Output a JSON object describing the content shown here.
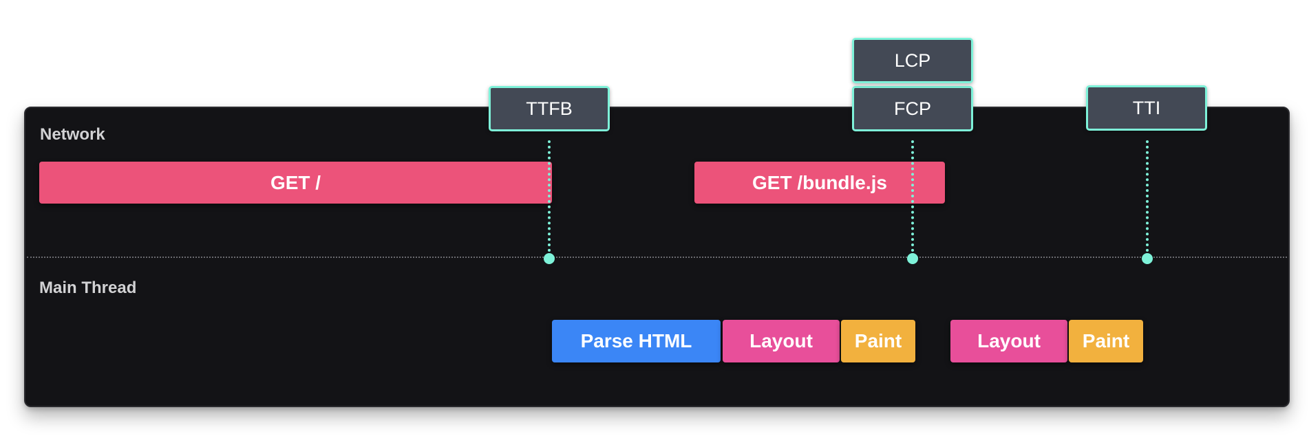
{
  "network": {
    "label": "Network",
    "requests": [
      {
        "label": "GET /",
        "color": "#ec537a"
      },
      {
        "label": "GET /bundle.js",
        "color": "#ec537a"
      }
    ]
  },
  "main_thread": {
    "label": "Main Thread",
    "tasks": [
      {
        "label": "Parse HTML",
        "color": "#3b86f6"
      },
      {
        "label": "Layout",
        "color": "#e84f9a"
      },
      {
        "label": "Paint",
        "color": "#f2b13e"
      },
      {
        "label": "Layout",
        "color": "#e84f9a"
      },
      {
        "label": "Paint",
        "color": "#f2b13e"
      }
    ]
  },
  "metrics": [
    {
      "label": "TTFB"
    },
    {
      "label": "FCP"
    },
    {
      "label": "LCP"
    },
    {
      "label": "TTI"
    }
  ],
  "colors": {
    "panel_background": "#131316",
    "marker_fill": "#434955",
    "marker_accent": "#7ef2d9"
  }
}
